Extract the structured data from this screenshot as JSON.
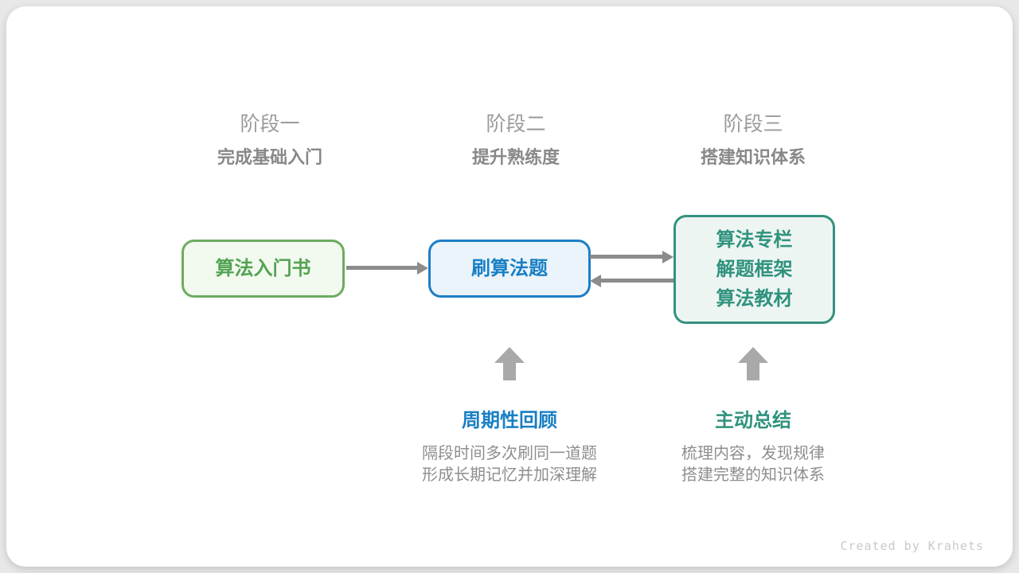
{
  "stages": [
    {
      "label": "阶段一",
      "subtitle": "完成基础入门"
    },
    {
      "label": "阶段二",
      "subtitle": "提升熟练度"
    },
    {
      "label": "阶段三",
      "subtitle": "搭建知识体系"
    }
  ],
  "boxes": [
    {
      "lines": [
        "算法入门书"
      ],
      "border": "#6cab60",
      "bg": "#f2f9ee",
      "text": "#52a254"
    },
    {
      "lines": [
        "刷算法题"
      ],
      "border": "#1b7ec6",
      "bg": "#ebf4fb",
      "text": "#187fc4"
    },
    {
      "lines": [
        "算法专栏",
        "解题框架",
        "算法教材"
      ],
      "border": "#35917f",
      "bg": "#edf5f2",
      "text": "#2f927e"
    }
  ],
  "connectors": {
    "arrow_color": "#8c8c8c",
    "up_arrow_color": "#a9a9a9",
    "box1_to_box2": "right",
    "box2_to_box3_top": "right",
    "box3_to_box2_bottom": "left"
  },
  "annotations": [
    {
      "title": "周期性回顾",
      "title_color": "#187fc4",
      "desc_line1": "隔段时间多次刷同一道题",
      "desc_line2": "形成长期记忆并加深理解"
    },
    {
      "title": "主动总结",
      "title_color": "#2f927e",
      "desc_line1": "梳理内容，发现规律",
      "desc_line2": "搭建完整的知识体系"
    }
  ],
  "footer": {
    "credit": "Created by Krahets"
  }
}
